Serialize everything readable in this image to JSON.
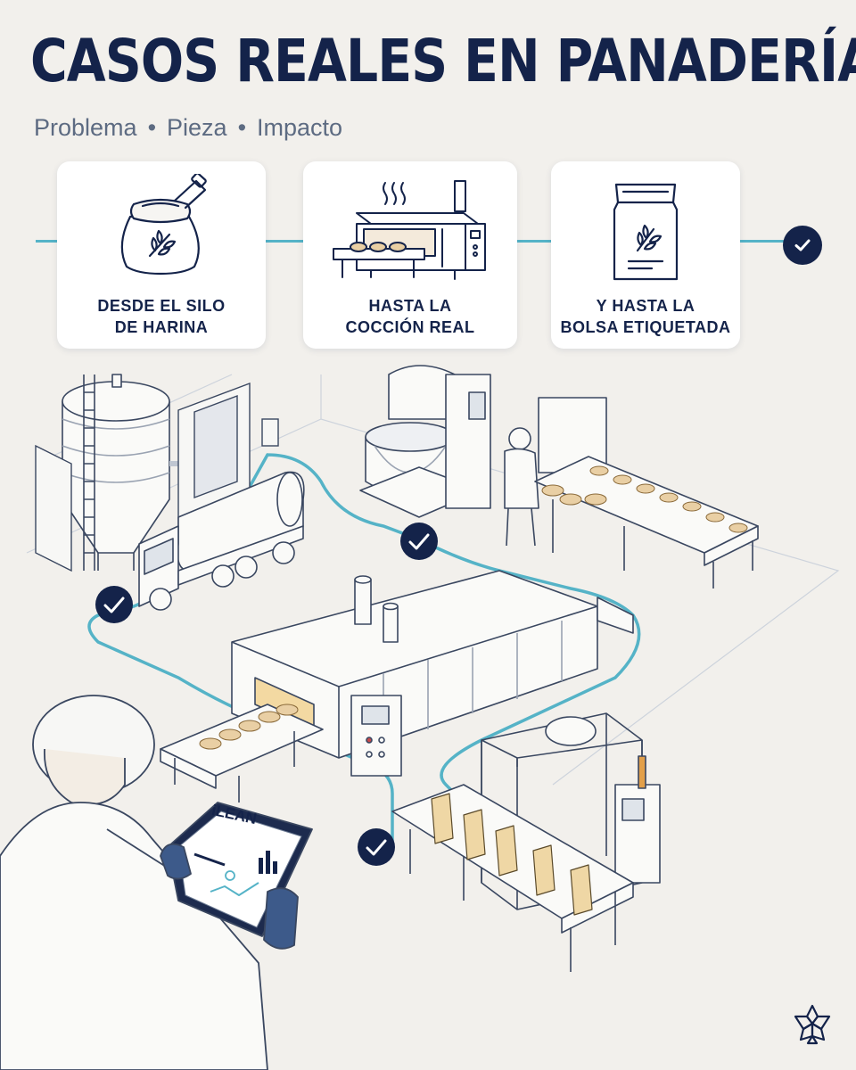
{
  "header": {
    "title": "CASOS REALES EN PANADERÍA",
    "subtitle": {
      "parts": [
        "Problema",
        "Pieza",
        "Impacto"
      ],
      "separator": "•"
    }
  },
  "steps": [
    {
      "line1": "DESDE EL SILO",
      "line2": "DE HARINA",
      "icon": "flour-sack-icon"
    },
    {
      "line1": "HASTA LA",
      "line2": "COCCIÓN REAL",
      "icon": "oven-icon"
    },
    {
      "line1": "Y HASTA LA",
      "line2": "BOLSA ETIQUETADA",
      "icon": "labeled-bag-icon"
    }
  ],
  "tablet": {
    "brand": "iLEAN"
  },
  "colors": {
    "navy": "#14234a",
    "accent_teal": "#55b3c7",
    "background": "#f2f0ec",
    "subtitle_gray": "#5d6b82"
  }
}
